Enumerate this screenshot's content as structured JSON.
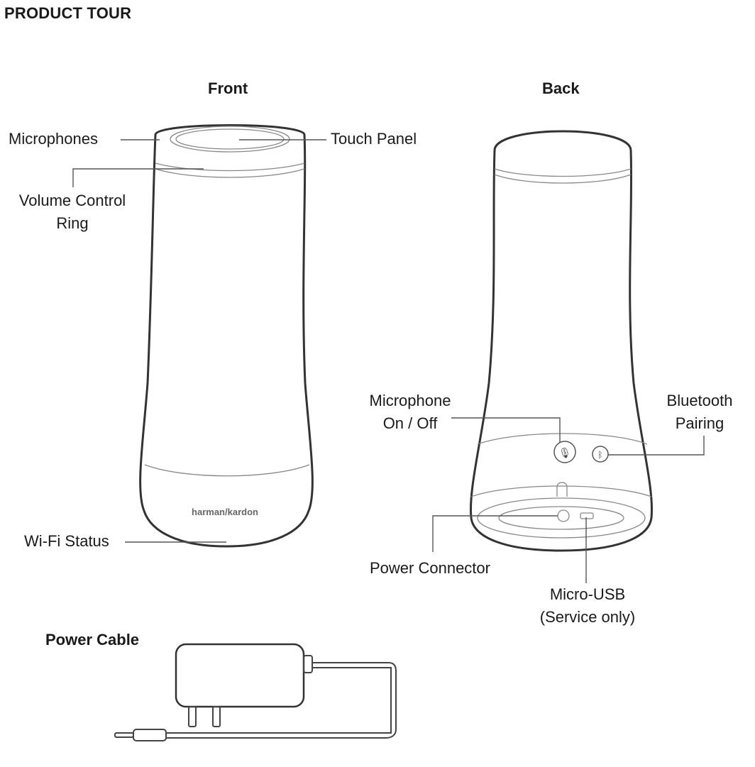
{
  "page_title": "PRODUCT TOUR",
  "front": {
    "heading": "Front",
    "labels": {
      "microphones": "Microphones",
      "touch_panel": "Touch Panel",
      "volume_ring_line1": "Volume Control",
      "volume_ring_line2": "Ring",
      "wifi_status": "Wi-Fi Status"
    },
    "brand_text": "harman/kardon"
  },
  "back": {
    "heading": "Back",
    "labels": {
      "mic_onoff_line1": "Microphone",
      "mic_onoff_line2": "On / Off",
      "bt_line1": "Bluetooth",
      "bt_line2": "Pairing",
      "power_connector": "Power Connector",
      "usb_line1": "Micro-USB",
      "usb_line2": "(Service only)"
    }
  },
  "power_cable": {
    "heading": "Power Cable"
  },
  "icons": {
    "mic_button": "microphone-icon",
    "bt_button": "bluetooth-icon"
  }
}
